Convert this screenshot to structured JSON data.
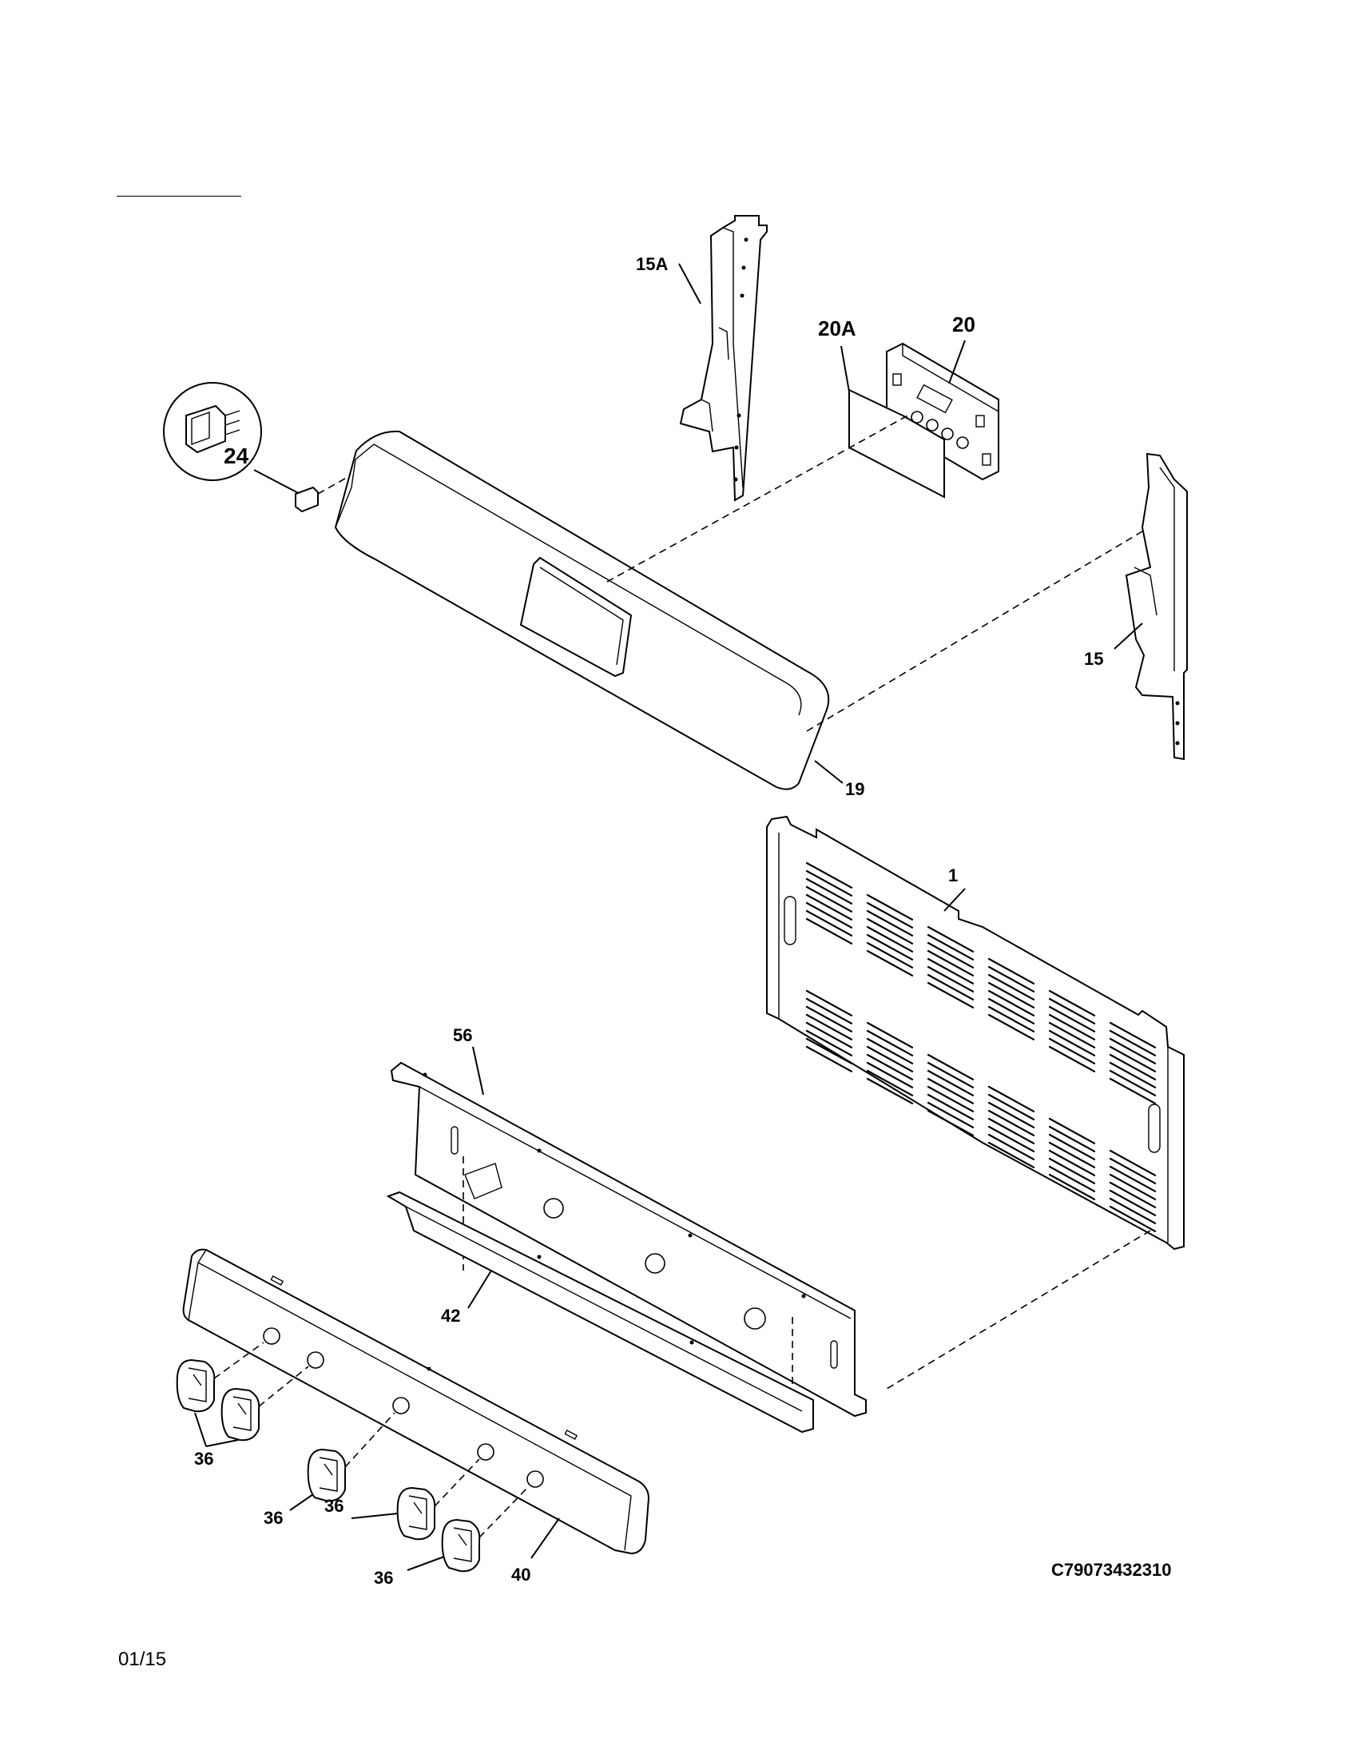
{
  "diagram_code": "C79073432310",
  "page_label": "01/15",
  "callouts": {
    "p15a": "15A",
    "p20a": "20A",
    "p20": "20",
    "p24": "24",
    "p15": "15",
    "p19": "19",
    "p1": "1",
    "p56": "56",
    "p42": "42",
    "p36a": "36",
    "p36b": "36",
    "p36c": "36",
    "p36d": "36",
    "p40": "40"
  }
}
